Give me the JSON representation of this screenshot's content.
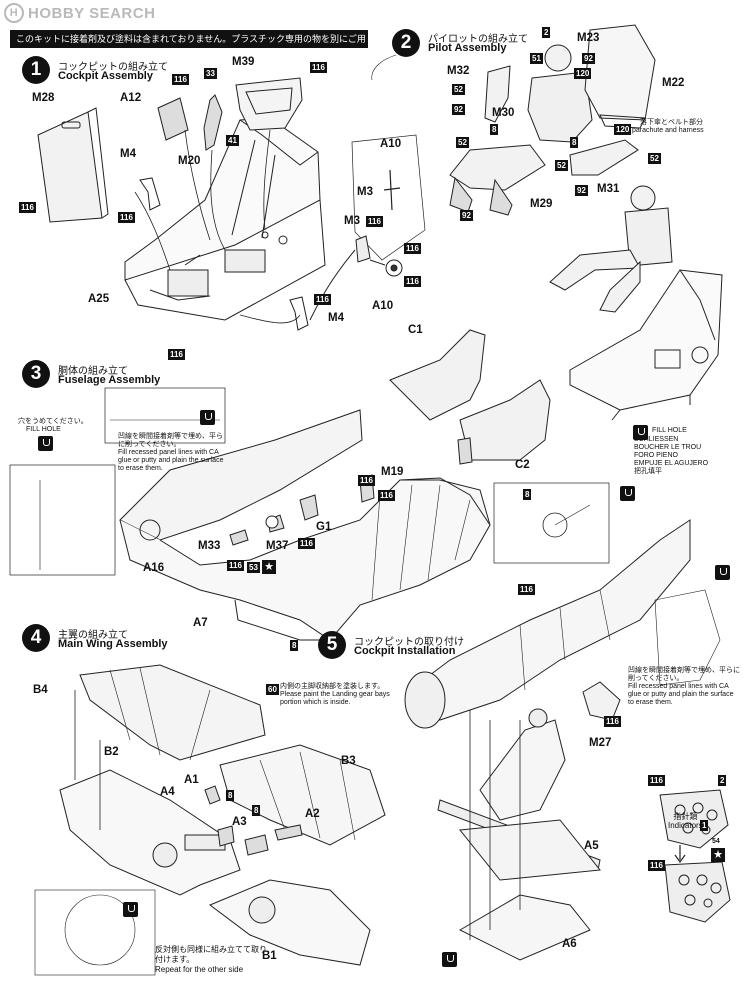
{
  "watermark": "HOBBY SEARCH",
  "notice": "このキットに接着剤及び塗料は含まれておりません。プラスチック専用の物を別にご用意下さい。",
  "steps": [
    {
      "num": "1",
      "jp": "コックピットの組み立て",
      "en": "Cockpit Assembly"
    },
    {
      "num": "2",
      "jp": "パイロットの組み立て",
      "en": "Pilot Assembly"
    },
    {
      "num": "3",
      "jp": "胴体の組み立て",
      "en": "Fuselage Assembly"
    },
    {
      "num": "4",
      "jp": "主翼の組み立て",
      "en": "Main Wing Assembly"
    },
    {
      "num": "5",
      "jp": "コックピットの取り付け",
      "en": "Cockpit Installation"
    }
  ],
  "parts": {
    "m28": "M28",
    "m4a": "M4",
    "m4b": "M4",
    "a12": "A12",
    "m20": "M20",
    "m39": "M39",
    "a25": "A25",
    "a10a": "A10",
    "m3a": "M3",
    "m3b": "M3",
    "a10b": "A10",
    "m32": "M32",
    "m30": "M30",
    "m23": "M23",
    "m22": "M22",
    "m29": "M29",
    "m31": "M31",
    "c1": "C1",
    "c2": "C2",
    "m19": "M19",
    "g1": "G1",
    "m33": "M33",
    "m37": "M37",
    "a16": "A16",
    "a7": "A7",
    "b4": "B4",
    "b2": "B2",
    "b3": "B3",
    "a1": "A1",
    "a4": "A4",
    "a3": "A3",
    "a2": "A2",
    "b1": "B1",
    "m27": "M27",
    "a5": "A5",
    "a6": "A6"
  },
  "colors": {
    "c116": "116",
    "c33": "33",
    "c41": "41",
    "c2": "2",
    "c51": "51",
    "c92": "92",
    "c52": "52",
    "c8": "8",
    "c120": "120",
    "c53": "53",
    "c60": "60",
    "c1": "1",
    "c54": "54"
  },
  "notes": {
    "harness_jp": "落下傘とベルト部分",
    "harness_en": "parachute and harness",
    "fill_hole_jp": "穴をうめてください。",
    "fill_hole_en": "FILL HOLE",
    "fill_multi": [
      "FILL HOLE",
      "SCHLIESSEN",
      "BOUCHER LE TROU",
      "FORO PIENO",
      "EMPUJE EL AGUJERO",
      "把孔填平"
    ],
    "panel_jp": "凹線を瞬間接着剤等で埋め、平らに削ってください。",
    "panel_en": "Fill recessed panel lines with CA glue or putty and plain the surface to erase them.",
    "gear_jp": "内側の主脚収納部を塗装します。",
    "gear_en": "Please paint the Landing gear bays portion which is inside.",
    "repeat_jp": "反対側も同様に組み立てて取り付けます。",
    "repeat_en": "Repeat for the other side",
    "indicators_jp": "指針類",
    "indicators_en": "Indicators"
  }
}
